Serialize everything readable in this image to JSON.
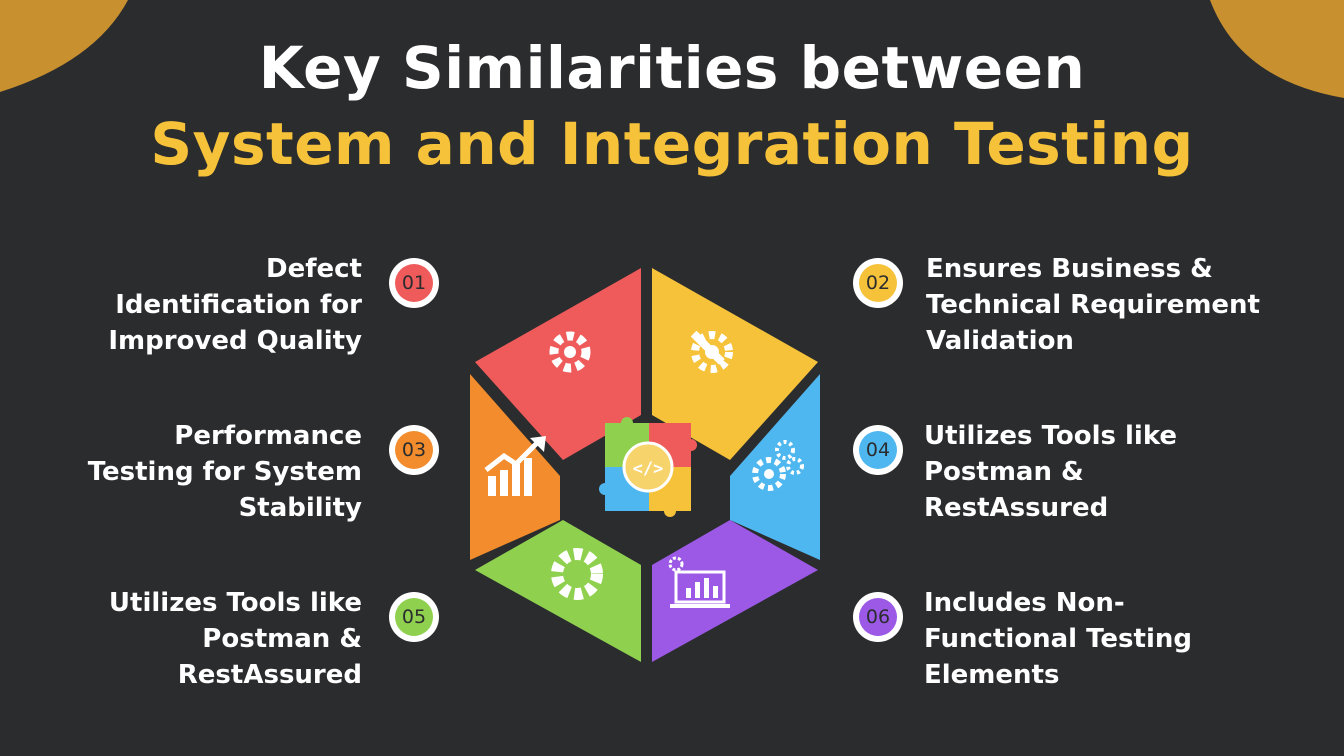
{
  "title": {
    "line1": "Key Similarities between",
    "line2": "System and Integration Testing"
  },
  "items": [
    {
      "number": "01",
      "lines": [
        "Defect",
        "Identification for",
        "Improved Quality"
      ],
      "color": "#ef5b5b",
      "icon": "gear-puzzle-icon"
    },
    {
      "number": "02",
      "lines": [
        "Ensures Business &",
        "Technical Requirement",
        "Validation"
      ],
      "color": "#f6c23a",
      "icon": "gear-wrench-icon"
    },
    {
      "number": "03",
      "lines": [
        "Performance",
        "Testing for System",
        "Stability"
      ],
      "color": "#f28c2c",
      "icon": "growth-chart-icon"
    },
    {
      "number": "04",
      "lines": [
        "Utilizes Tools like",
        "Postman &",
        "RestAssured"
      ],
      "color": "#4fb7ef",
      "icon": "gears-icon"
    },
    {
      "number": "05",
      "lines": [
        "Utilizes Tools like",
        "Postman &",
        "RestAssured"
      ],
      "color": "#8fd14f",
      "icon": "gear-icon"
    },
    {
      "number": "06",
      "lines": [
        "Includes Non-",
        "Functional Testing",
        "Elements"
      ],
      "color": "#9b59e6",
      "icon": "laptop-chart-icon"
    }
  ],
  "center": {
    "icon": "puzzle-code-icon",
    "label": "</>"
  },
  "accent": "#c8902e"
}
